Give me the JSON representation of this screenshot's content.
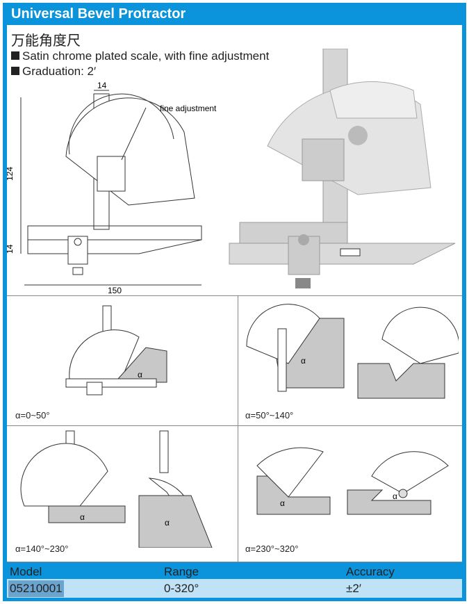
{
  "header": {
    "title": "Universal Bevel Protractor"
  },
  "subtitle": "万能角度尺",
  "features": [
    "Satin chrome plated scale, with fine adjustment",
    "Graduation: 2′"
  ],
  "drawing": {
    "dim_top": "14",
    "dim_height": "124",
    "dim_base": "14",
    "dim_length": "150",
    "callout": "fine adjustment"
  },
  "captions": [
    "α=0~50°",
    "α=50°~140°",
    "α=140°~230°",
    "α=230°~320°"
  ],
  "alpha": "α",
  "table": {
    "headers": [
      "Model",
      "Range",
      "Accuracy"
    ],
    "rows": [
      [
        "05210001",
        "0-320°",
        "±2′"
      ]
    ]
  },
  "colors": {
    "brand": "#0b93dc",
    "row": "#bfe2f6"
  }
}
